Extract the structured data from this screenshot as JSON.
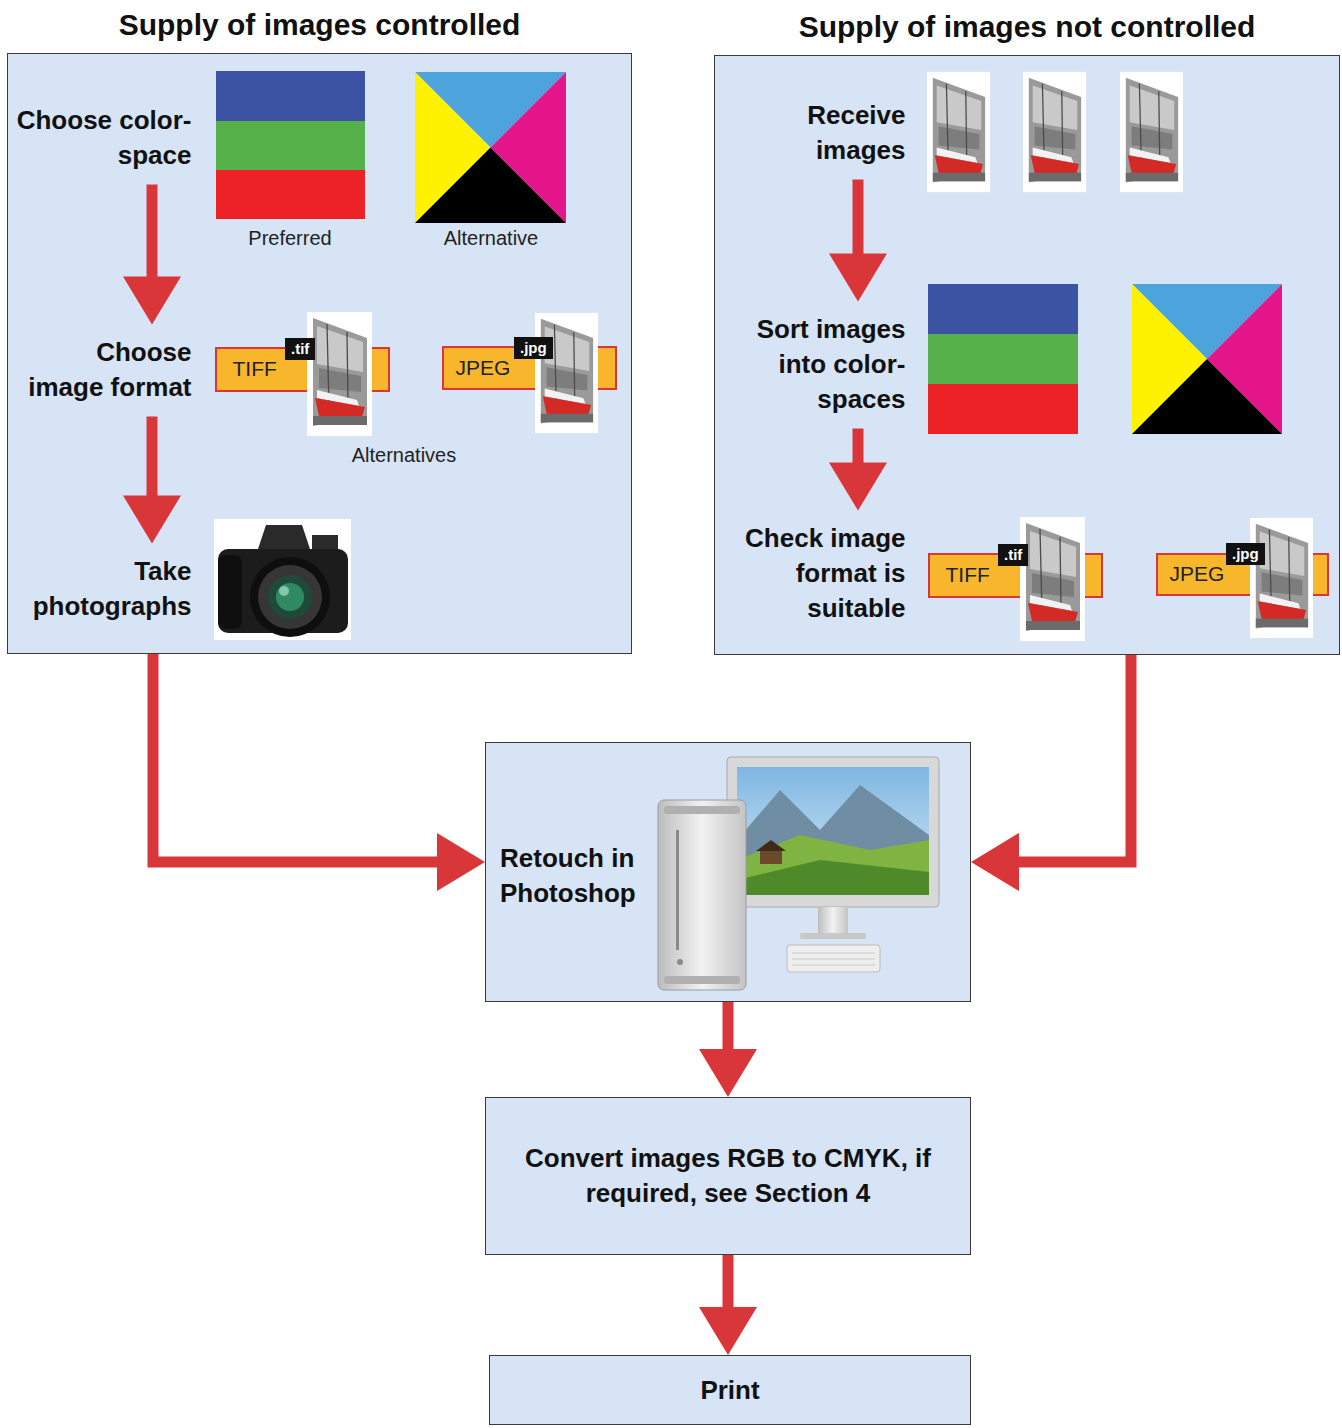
{
  "diagram": {
    "nodes": [
      {
        "text": [
          "Supply of images controlled"
        ]
      },
      {
        "text": [
          "Choose color-space"
        ],
        "in": 0
      },
      {
        "text": [
          "Choose image format"
        ],
        "in": 0
      },
      {
        "text": [
          "Take photographs"
        ],
        "in": 0
      },
      {
        "text": [
          "TIFF"
        ],
        "in": 0
      },
      {
        "text": [
          "JPEG"
        ],
        "in": 0
      },
      {
        "text": [
          "Supply of images not controlled"
        ]
      },
      {
        "text": [
          "Receive images"
        ],
        "in": 6
      },
      {
        "text": [
          "Sort images into color-spaces"
        ],
        "in": 6
      },
      {
        "text": [
          "Check image format is suitable"
        ],
        "in": 6
      },
      {
        "text": [
          "TIFF"
        ],
        "in": 6
      },
      {
        "text": [
          "JPEG"
        ],
        "in": 6
      },
      {
        "text": [
          "Retouch in Photoshop"
        ]
      },
      {
        "text": [
          "Convert images RGB to CMYK, if required, see Section 4"
        ]
      },
      {
        "text": [
          "Print"
        ]
      }
    ],
    "edges": [
      {
        "from": 1,
        "to": 2,
        "arrow": "to"
      },
      {
        "from": 2,
        "to": 3,
        "arrow": "to"
      },
      {
        "from": 7,
        "to": 8,
        "arrow": "to"
      },
      {
        "from": 8,
        "to": 9,
        "arrow": "to"
      },
      {
        "from": 0,
        "to": 12,
        "arrow": "to"
      },
      {
        "from": 6,
        "to": 12,
        "arrow": "to"
      },
      {
        "from": 12,
        "to": 13,
        "arrow": "to"
      },
      {
        "from": 13,
        "to": 14,
        "arrow": "to"
      }
    ],
    "labels": [
      "Preferred",
      "Alternative",
      ".tif",
      ".jpg",
      "Alternatives",
      ".tif",
      ".jpg"
    ]
  }
}
